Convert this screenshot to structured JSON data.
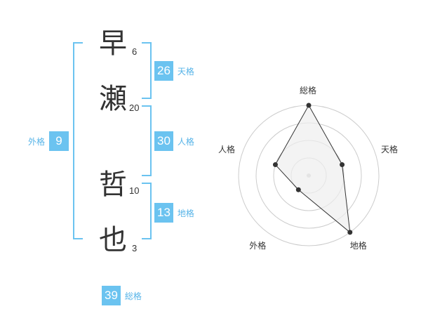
{
  "name": {
    "chars": [
      {
        "char": "早",
        "strokes": "6"
      },
      {
        "char": "瀬",
        "strokes": "20"
      },
      {
        "char": "哲",
        "strokes": "10"
      },
      {
        "char": "也",
        "strokes": "3"
      }
    ]
  },
  "fortune": {
    "tenkaku": {
      "value": "26",
      "label": "天格"
    },
    "jinkaku": {
      "value": "30",
      "label": "人格"
    },
    "chikaku": {
      "value": "13",
      "label": "地格"
    },
    "gaikaku": {
      "value": "9",
      "label": "外格"
    },
    "soukaku": {
      "value": "39",
      "label": "総格"
    }
  },
  "chart_data": {
    "type": "radar",
    "axes": [
      "総格",
      "天格",
      "地格",
      "外格",
      "人格"
    ],
    "values": [
      4,
      2,
      4,
      1,
      2
    ],
    "max": 4,
    "rings": 4,
    "colors": {
      "fill": "#eeeeee",
      "line": "#333333",
      "ring": "#cccccc",
      "center": "#cccccc"
    }
  }
}
